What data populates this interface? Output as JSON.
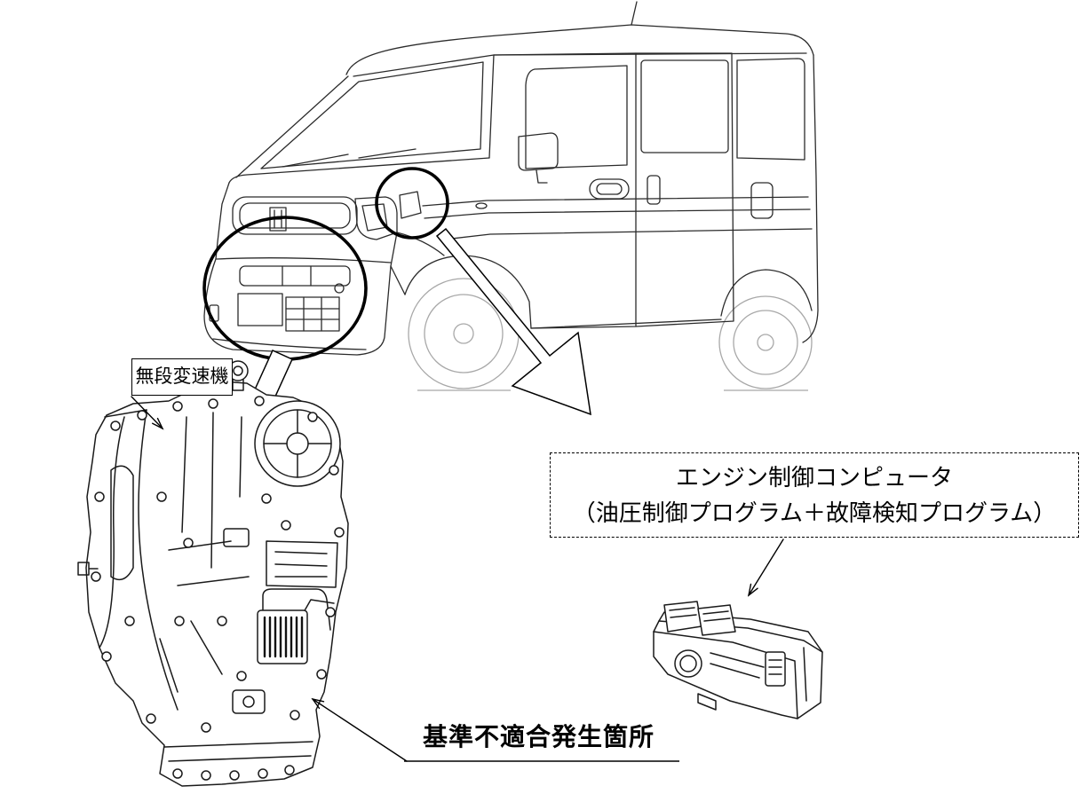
{
  "labels": {
    "transmission": "無段変速機",
    "ecu_title": "エンジン制御コンピュータ",
    "ecu_programs": "（油圧制御プログラム＋故障検知プログラム）",
    "defect_location": "基準不適合発生箇所"
  },
  "colors": {
    "line": "#1a1a1a",
    "faint_line": "#a8a8a8",
    "background": "#ffffff"
  }
}
